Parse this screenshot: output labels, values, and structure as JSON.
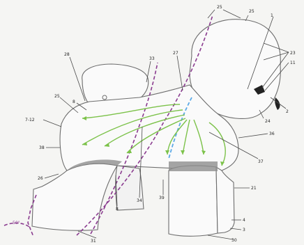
{
  "figure": {
    "description_free": true,
    "colors": {
      "outline": "#6d6d6d",
      "pointer": "#4a4a4a",
      "green_arrows": "#7cc24a",
      "blue_dashed": "#5aa9e6",
      "purple_dashed": "#8a3b8f",
      "shade": "#8f8f8f"
    },
    "labels": [
      {
        "id": "l1",
        "text": "25"
      },
      {
        "id": "l2",
        "text": "25"
      },
      {
        "id": "l3",
        "text": "1"
      },
      {
        "id": "l4",
        "text": "23"
      },
      {
        "id": "l5",
        "text": "11"
      },
      {
        "id": "l6",
        "text": "28"
      },
      {
        "id": "l7",
        "text": "33"
      },
      {
        "id": "l8",
        "text": "27"
      },
      {
        "id": "l9",
        "text": "8"
      },
      {
        "id": "l10",
        "text": "25"
      },
      {
        "id": "l11",
        "text": "7-12"
      },
      {
        "id": "l12",
        "text": "38"
      },
      {
        "id": "l13",
        "text": "26"
      },
      {
        "id": "l14",
        "text": "2"
      },
      {
        "id": "l15",
        "text": "24"
      },
      {
        "id": "l16",
        "text": "36"
      },
      {
        "id": "l17",
        "text": "37"
      },
      {
        "id": "l18",
        "text": "21"
      },
      {
        "id": "l19",
        "text": "8"
      },
      {
        "id": "l20",
        "text": "34"
      },
      {
        "id": "l21",
        "text": "39"
      },
      {
        "id": "l22",
        "text": "4"
      },
      {
        "id": "l23",
        "text": "3"
      },
      {
        "id": "l24",
        "text": "30"
      },
      {
        "id": "l25",
        "text": "31"
      },
      {
        "id": "l26",
        "text": "50°"
      }
    ]
  }
}
